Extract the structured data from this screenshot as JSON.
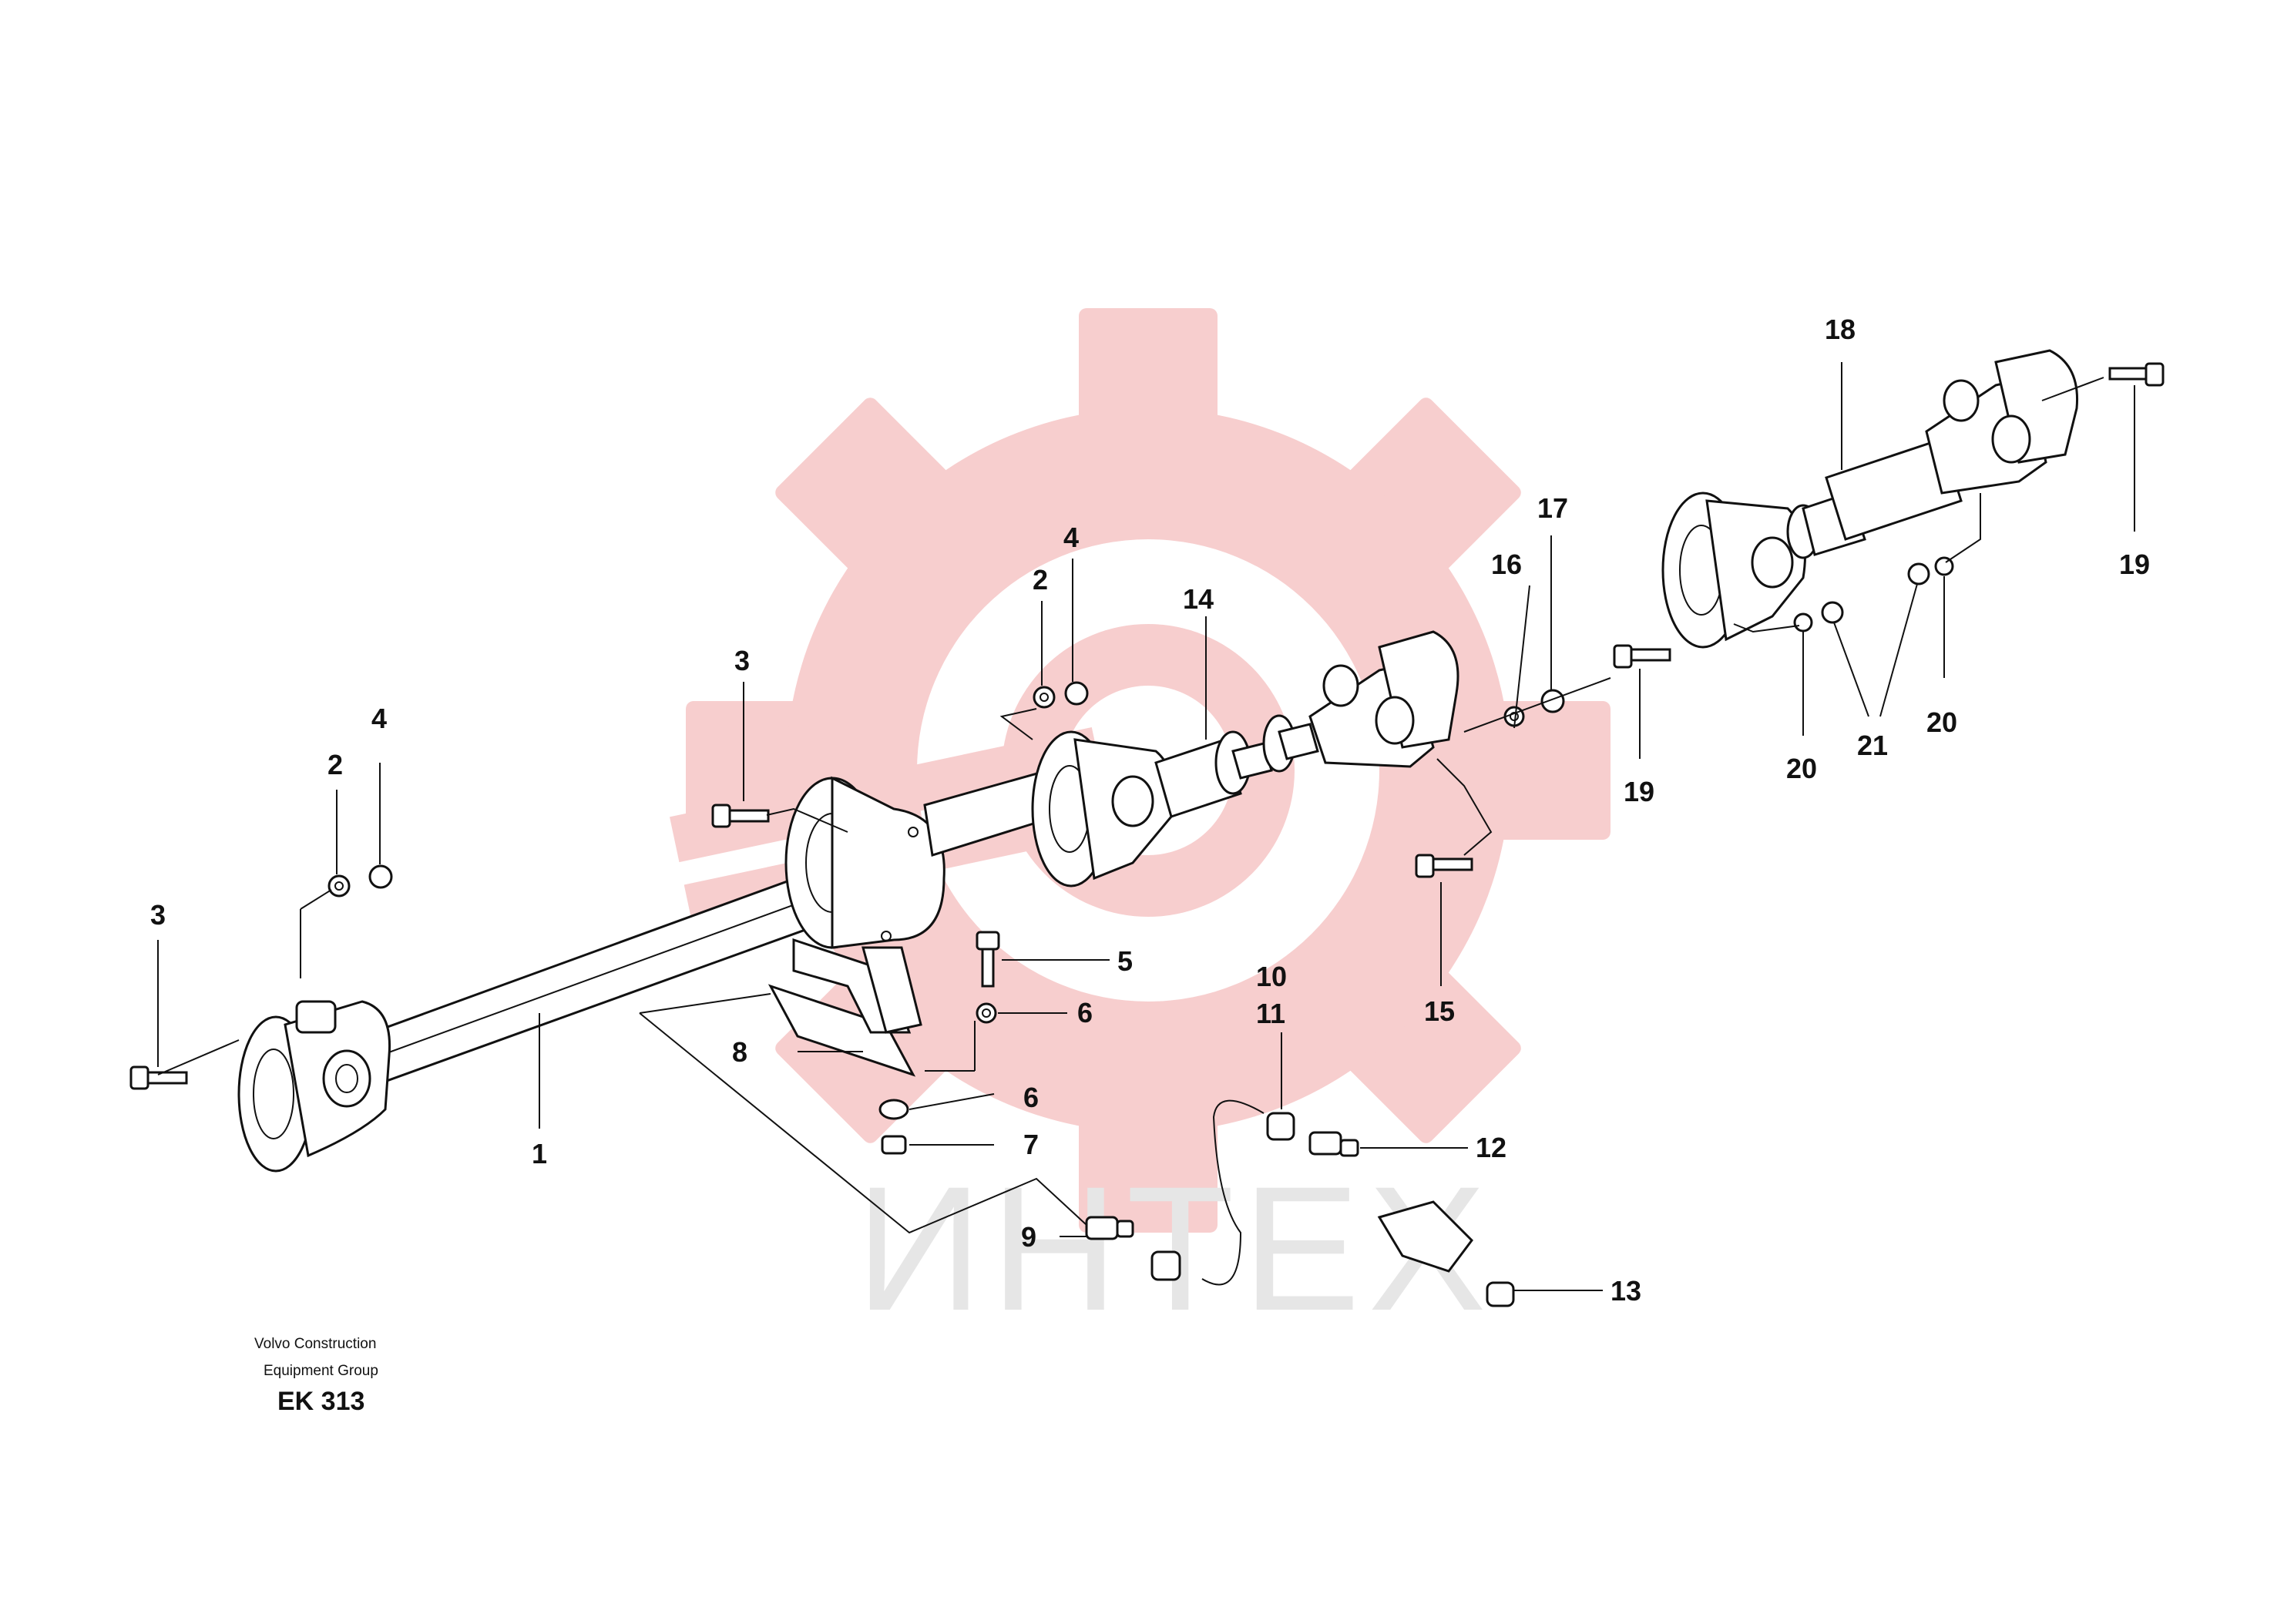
{
  "diagram": {
    "callouts": {
      "c1": "1",
      "c2a": "2",
      "c2b": "2",
      "c3a": "3",
      "c3b": "3",
      "c4a": "4",
      "c4b": "4",
      "c5": "5",
      "c6a": "6",
      "c6b": "6",
      "c7": "7",
      "c8": "8",
      "c9": "9",
      "c10": "10",
      "c11": "11",
      "c12": "12",
      "c13": "13",
      "c14": "14",
      "c15": "15",
      "c16": "16",
      "c17": "17",
      "c18": "18",
      "c19a": "19",
      "c19b": "19",
      "c20a": "20",
      "c20b": "20",
      "c21": "21"
    },
    "caption": {
      "line1": "Volvo Construction",
      "line2": "Equipment Group",
      "code": "EK 313"
    },
    "watermark": {
      "text": "ИНТЕХ",
      "gear_color": "#f6c9c9",
      "text_color": "#e6e6e6"
    }
  }
}
